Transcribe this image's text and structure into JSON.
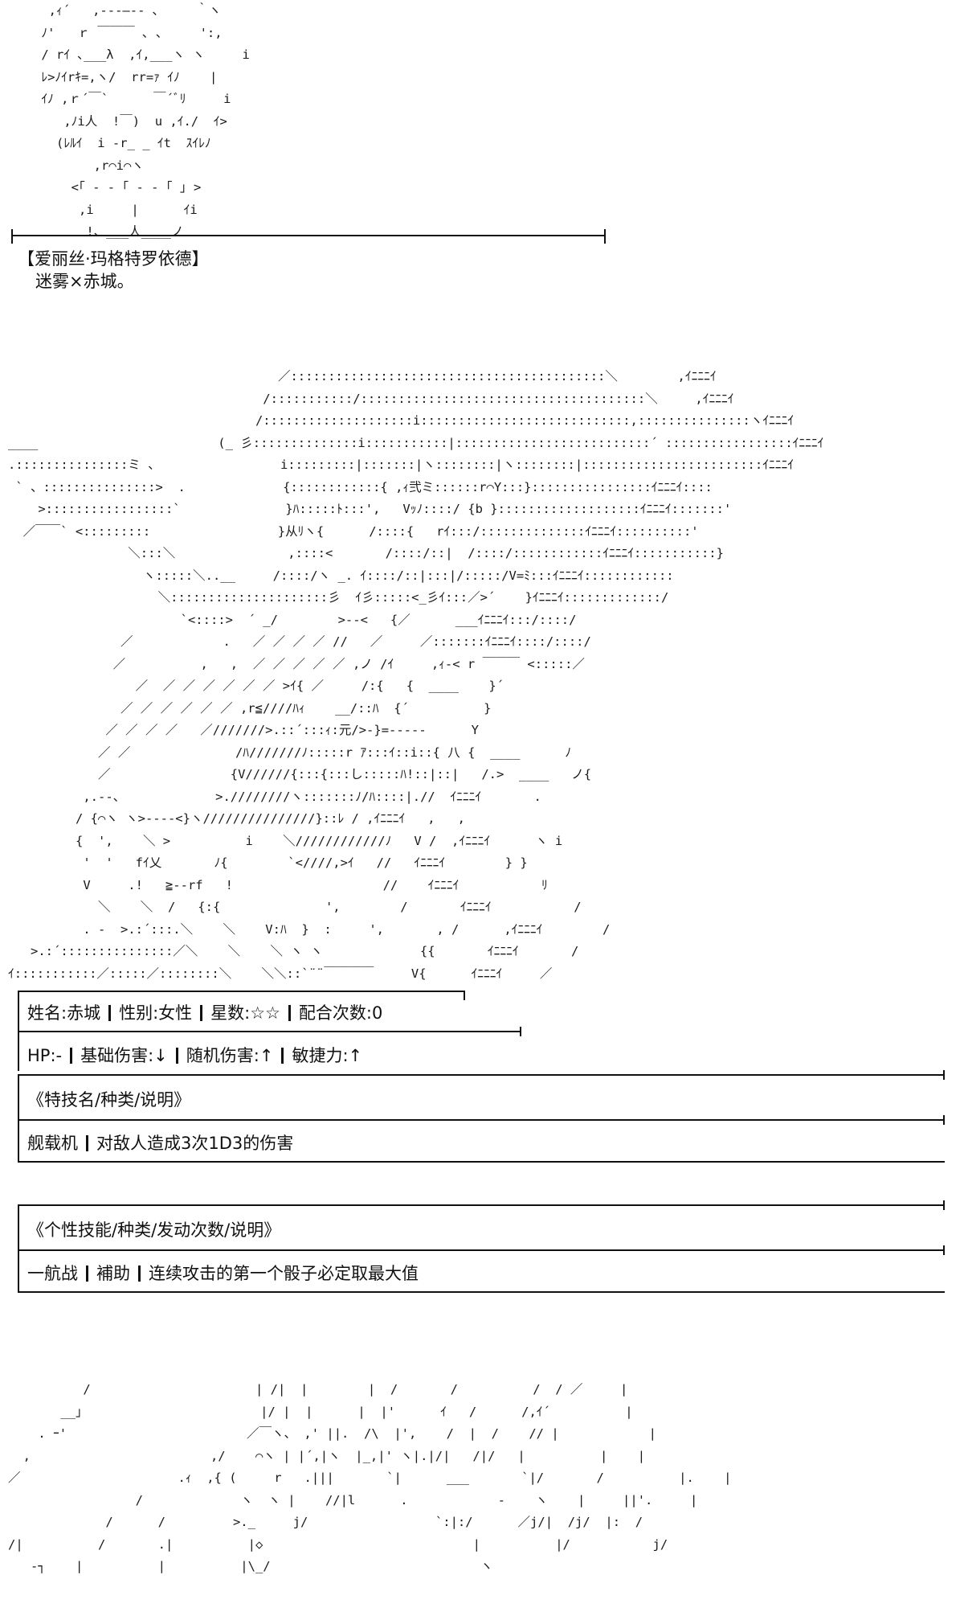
{
  "art": {
    "top": "  ,ｨ´   ,---―‐- ､     ｀ヽ\n ﾉ'   ｒ ￣￣￣ ､ ､     ':,\n / rｲ ､___λ  ,ｲ,___ヽ ヽ     i\n ﾚ>ﾉｲrｷ=,ヽ/  rr=ｧ ｲﾉ    |\n ｲﾉ ,ｒ´￣`      ￣´ﾞﾘ     i\n    ,ﾉi人  !￣)  u ,ｲ./  ｲ>\n   (ﾚﾙｲ  i ‐r_ _ ｲt  ｽｲﾚﾉ\n        ,r⌒i⌒ヽ\n     <｢ ‐ ‐ ｢ ‐ ‐ ｢ ｣ >\n      ,i     |      ｲi\n       !、___人____ノ",
    "main": "                                    ／::::::::::::::::::::::::::::::::::::::::::＼        ,ｲﾆﾆﾆｲ\n                                  /:::::::::::/::::::::::::::::::::::::::::::::::::::＼     ,ｲﾆﾆﾆｲ\n                                 /::::::::::::::::::::i::::::::::::::::::::::::::::,:::::::::::::::ヽｲﾆﾆﾆｲ\n____                        (_ 彡::::::::::::::i:::::::::::|::::::::::::::::::::::::::´ :::::::::::::::::ｲﾆﾆﾆｲ\n.:::::::::::::::ミ 、                i:::::::::|:::::::|ヽ::::::::|ヽ::::::::|::::::::::::::::::::::::ｲﾆﾆﾆｲ\n ` 、:::::::::::::::>  .             {::::::::::::{ ,ｨ弐ミ::::::r⌒Y:::}::::::::::::::::ｲﾆﾆﾆｲ::::\n    >:::::::::::::::::`              }ﾊ:::::ﾄ:::',   Vｯﾉ::::/ {b }:::::::::::::::::::ｲﾆﾆﾆｲ:::::::'\n  ／￣￣` <:::::::::                 }从ﾘヽ{      /::::{   rｲ:::/::::::::::::::ｲﾆﾆﾆｲ::::::::::'\n                ＼:::＼               ,::::<       /::::/::|  /::::/::::::::::::ｲﾆﾆﾆｲ:::::::::::}\n                  ヽ:::::＼..__     /::::/ヽ _. ｲ::::/::|:::|/:::::/V=ﾐ:::ｲﾆﾆﾆｲ::::::::::::\n                    ＼:::::::::::::::::::::彡  ｲ彡:::::<_彡ｲ:::／>´    }ｲﾆﾆﾆｲ:::::::::::::/\n                       `<::::>  ´ _/        >‐‐<   {／      ___ｲﾆﾆﾆｲ:::/::::/\n               ／            .   ／ ／ ／ ／ //   ／     ／:::::::ｲﾆﾆﾆｲ::::/::::/\n              ／          ,   ,  ／ ／ ／ ／ ／ ,ノ /ｲ     ,ｨ-< r ￣￣￣ <:::::／\n                 ／  ／ ／ ／ ／ ／ ／ >ｲ{ ／     /:{   {  ____    }´\n               ／ ／ ／ ／ ／ ／ ,r≦////ﾊｨ    __/::ﾊ  {´          }\n             ／ ／ ／ ／   ／///////>.::´:::ｨ:元/>‐}=-----      Y\n            ／ ／              /ﾊ///////ﾉ:::::r ｱ:::ｲ::i::{ 八 {  ____      ﾉ\n            ／                {V//////{:::{:::し:::::ﾊ!::|::|   /.>  ____   ノ{\n          ,.‐‐、            >.////////ヽ:::::::ﾉ/ﾊ::::|.//  ｲﾆﾆﾆｲ       .\n         / {⌒ヽ ヽ>----<}ヽ///////////////}::ﾚ / ,ｲﾆﾆﾆｲ   ,   ,\n         {  ',    ＼ >          i    ＼////////////ﾉ   V /  ,ｲﾆﾆﾆｲ      ヽ i\n          '  '   fｲ乂       ﾉ{        `<////,>ｲ   //   ｲﾆﾆﾆｲ        } }\n          V     .!   ≧‐‐rf   !                    //    ｲﾆﾆﾆｲ           ﾘ\n            ＼    ＼  /   {:{              ',        /       ｲﾆﾆﾆｲ           /\n          . -  >.:´:::.＼    ＼    V:ﾊ  }  :     ',       , /      ,ｲﾆﾆﾆｲ        /\n   >.:´:::::::::::::::／＼    ＼    ＼ ヽ ヽ             {{       ｲﾆﾆﾆｲ       /\nｲ:::::::::::／:::::／::::::::＼    ＼＼::`¨¨￣￣￣￣     V{      ｲﾆﾆﾆｲ     ／",
    "bottom": "          /                      | /|  |        |  /       /          /  / ／     |\n       __」                       |/ |  |      |  |'      ｲ   /      /,ｲ´          |\n    . ｰ'                        ／￣ヽ、 ,' ||.  /\\  |',    /  |  /    // |            |\n  ,                        ,/    ⌒ヽ | |´,|ヽ  |_,|' ヽ|.|/|   /|/   |          |    |\n／                     .ｨ  ,{ (     r   .|||       `|      ___       `|/       /          |.    |\n                 /             ヽ  ヽ |    //|l      .            ‐    ヽ    |     ||'.     |\n             /      /         >._     j/                 `:|:/      ／j/|  /j/  |:  /\n/|          /       .|          |◇                            |          |/           j/\n   ‐┐    |          |          |\\_/                            ヽ"
  },
  "header": {
    "name_line": "【爱丽丝·玛格特罗依德】",
    "sub_line": "迷雾×赤城。"
  },
  "stats": {
    "name": "姓名:赤城",
    "gender": "性别:女性",
    "stars": "星数:☆☆",
    "cooperation": "配合次数:0",
    "hp": "HP:-",
    "base_damage": "基础伤害:↓",
    "random_damage": "随机伤害:↑",
    "agility": "敏捷力:↑"
  },
  "special_skill": {
    "heading": "《特技名/种类/说明》",
    "name": "舰载机",
    "description": "对敌人造成3次1D3的伤害"
  },
  "personal_skill": {
    "heading": "《个性技能/种类/发动次数/说明》",
    "name": "一航战",
    "type": "補助",
    "description": "连续攻击的第一个骰子必定取最大值"
  }
}
